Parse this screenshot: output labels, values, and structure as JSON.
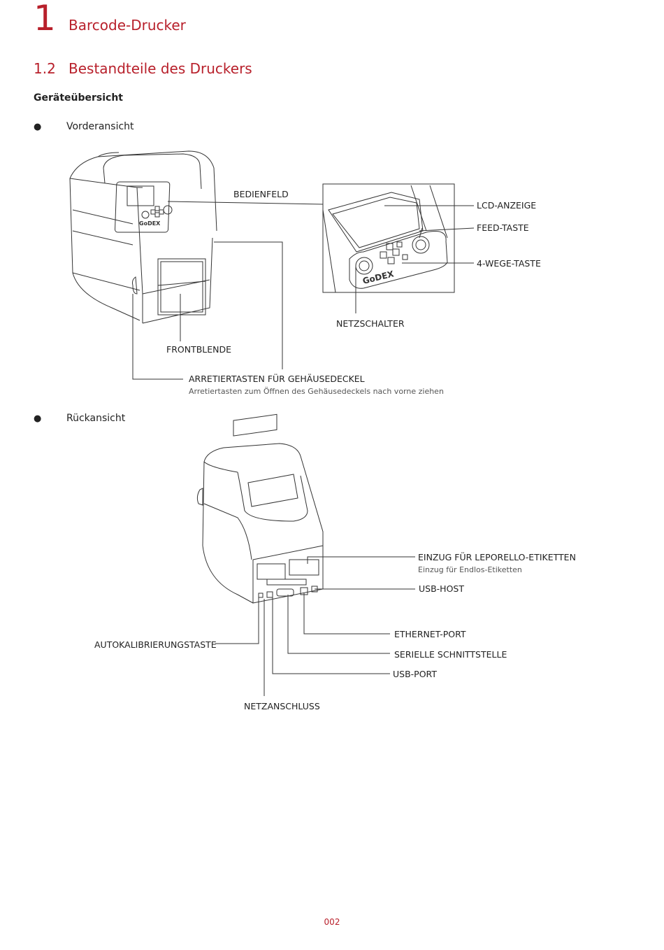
{
  "header": {
    "chapter_number": "1",
    "chapter_title": "Barcode-Drucker",
    "section_number": "1.2",
    "section_title": "Bestandteile des Druckers"
  },
  "subheading": "Geräteübersicht",
  "front_view": {
    "bullet_label": "Vorderansicht",
    "logo_text": "GoDEX",
    "labels": {
      "bedienfeld": "BEDIENFELD",
      "lcd": "LCD-ANZEIGE",
      "feed": "FEED-TASTE",
      "four_way": "4-WEGE-TASTE",
      "power_switch": "NETZSCHALTER",
      "front_panel": "FRONTBLENDE",
      "cover_release": "ARRETIERTASTEN FÜR GEHÄUSEDECKEL",
      "cover_release_note": "Arretiertasten zum Öffnen des Gehäusedeckels nach vorne ziehen"
    }
  },
  "rear_view": {
    "bullet_label": "Rückansicht",
    "labels": {
      "fanfold": "EINZUG FÜR LEPORELLO-ETIKETTEN",
      "fanfold_note": "Einzug für Endlos-Etiketten",
      "usb_host": "USB-HOST",
      "ethernet": "ETHERNET-PORT",
      "serial": "SERIELLE SCHNITTSTELLE",
      "usb_port": "USB-PORT",
      "autocal": "AUTOKALIBRIERUNGSTASTE",
      "power_conn": "NETZANSCHLUSS"
    }
  },
  "footer": {
    "page_number": "002"
  },
  "colors": {
    "accent": "#b8202b",
    "text": "#222222",
    "line": "#333333"
  }
}
